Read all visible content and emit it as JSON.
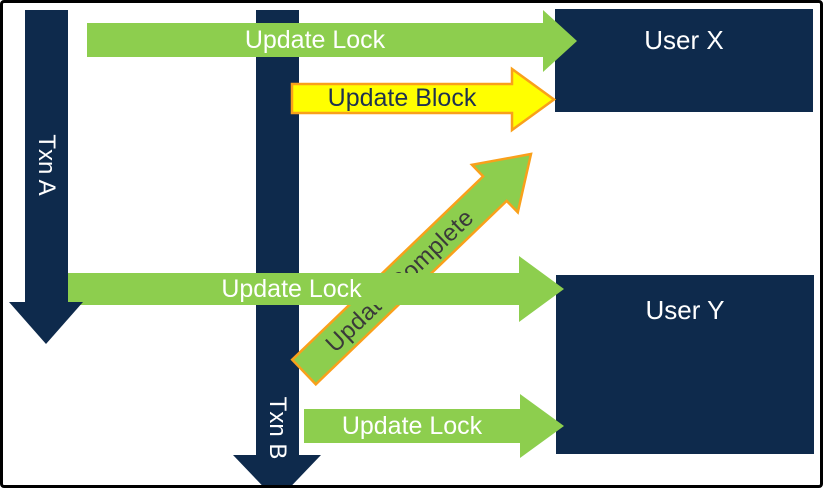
{
  "colors": {
    "navy": "#0E2A4C",
    "green": "#8DCE4E",
    "yellow": "#FFFF00",
    "orange_border": "#F9A01B",
    "light_text": "#FFFFFF",
    "dark_text": "#3A3A3A",
    "block_text": "#1F3150",
    "frame": "#000000"
  },
  "transactions": [
    {
      "label": "Txn A"
    },
    {
      "label": "Txn B"
    }
  ],
  "users": [
    {
      "label": "User X"
    },
    {
      "label": "User Y"
    }
  ],
  "arrows": [
    {
      "id": "update-lock-top",
      "label": "Update Lock",
      "fill": "#8DCE4E",
      "text_color": "#FFFFFF"
    },
    {
      "id": "update-block",
      "label": "Update Block",
      "fill": "#FFFF00",
      "border": "#F9A01B",
      "text_color": "#1F3150"
    },
    {
      "id": "update-lock-middle",
      "label": "Update Lock",
      "fill": "#8DCE4E",
      "text_color": "#FFFFFF"
    },
    {
      "id": "update-complete",
      "label": "Update Complete",
      "fill": "#8DCE4E",
      "border": "#F9A01B",
      "text_color": "#3A3A3A"
    },
    {
      "id": "update-lock-bottom",
      "label": "Update Lock",
      "fill": "#8DCE4E",
      "text_color": "#FFFFFF"
    }
  ]
}
